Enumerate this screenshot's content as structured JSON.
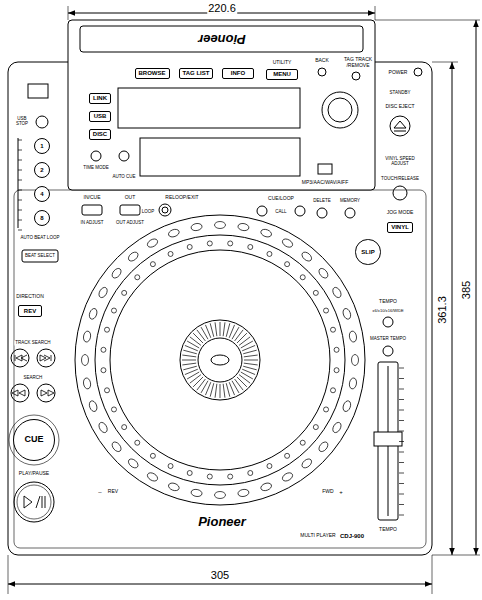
{
  "diagram": {
    "nodes": [
      {
        "text": [
          "BROWSE"
        ]
      },
      {
        "text": [
          "TAG LIST"
        ]
      },
      {
        "text": [
          "INFO"
        ]
      },
      {
        "text": [
          "MENU"
        ]
      },
      {
        "text": [
          "LINK"
        ]
      },
      {
        "text": [
          "USB"
        ]
      },
      {
        "text": [
          "DISC"
        ]
      },
      {
        "text": [
          "1"
        ]
      },
      {
        "text": [
          "2"
        ]
      },
      {
        "text": [
          "4"
        ]
      },
      {
        "text": [
          "8"
        ]
      },
      {
        "text": [
          "VINYL"
        ]
      },
      {
        "text": [
          "SLIP"
        ]
      },
      {
        "text": [
          "REV"
        ]
      },
      {
        "text": [
          "CUE"
        ]
      }
    ],
    "labels": [
      "220.6",
      "Pioneer",
      "UTILITY",
      "BACK",
      "TAG TRACK /REMOVE",
      "POWER",
      "STANDBY",
      "DISC EJECT",
      "USB STOP",
      "TIME MODE",
      "AUTO CUE",
      "MP3/AAC/WAV/AIFF",
      "VINYL SPEED ADJUST",
      "TOUCH/RELEASE",
      "JOG MODE",
      "AUTO BEAT LOOP",
      "BEAT SELECT",
      "IN/CUE",
      "OUT",
      "LOOP",
      "RELOOP/EXIT",
      "IN ADJUST",
      "OUT ADJUST",
      "CUE/LOOP",
      "CALL",
      "DELETE",
      "MEMORY",
      "385",
      "361.3",
      "DIRECTION",
      "TEMPO",
      "±6/±10/±16/WIDE",
      "MASTER TEMPO",
      "TRACK SEARCH",
      "SEARCH",
      "PLAY/PAUSE",
      "–",
      "REV",
      "FWD",
      "+",
      "Pioneer",
      "MULTI PLAYER",
      "CDJ-900",
      "TEMPO",
      "305"
    ]
  }
}
